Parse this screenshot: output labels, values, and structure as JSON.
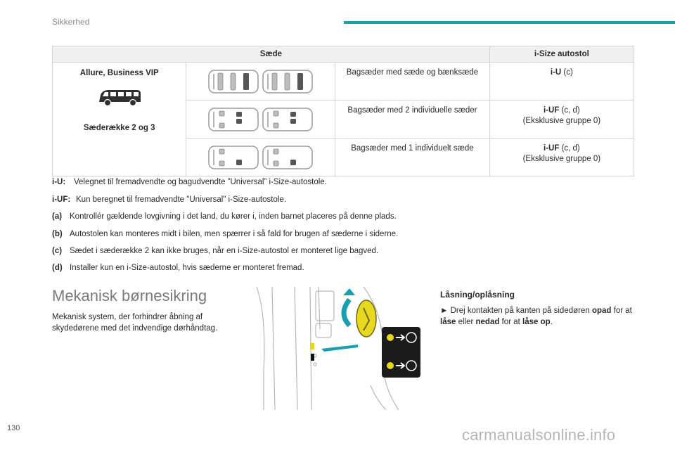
{
  "header": {
    "section_title": "Sikkerhed",
    "accent_color": "#1a9fb0"
  },
  "table": {
    "head_seat": "Sæde",
    "head_isize": "i-Size autostol",
    "trim_line1": "Allure, Business VIP",
    "trim_line2": "Sæderække 2 og 3",
    "rows": [
      {
        "desc": "Bagsæder med sæde og bænksæde",
        "code": "i-U",
        "code_note": " (c)",
        "code_line2": ""
      },
      {
        "desc": "Bagsæder med 2 individuelle sæder",
        "code": "i-UF",
        "code_note": " (c, d)",
        "code_line2": "(Eksklusive gruppe 0)"
      },
      {
        "desc": "Bagsæder med 1 individuelt sæde",
        "code": "i-UF",
        "code_note": " (c, d)",
        "code_line2": "(Eksklusive gruppe 0)"
      }
    ]
  },
  "definitions": [
    {
      "key": "i-U:",
      "text": "Velegnet til fremadvendte og bagudvendte ”Universal” i-Size-autostole."
    },
    {
      "key": "i-UF:",
      "text": "Kun beregnet til fremadvendte \"Universal\" i-Size-autostole."
    },
    {
      "key": "(a)",
      "text": "Kontrollér gældende lovgivning i det land, du kører i, inden barnet placeres på denne plads."
    },
    {
      "key": "(b)",
      "text": "Autostolen kan monteres midt i bilen, men spærrer i så fald for brugen af sæderne i siderne."
    },
    {
      "key": "(c)",
      "text": "Sædet i sæderække 2 kan ikke bruges, når en i-Size-autostol er monteret lige bagved."
    },
    {
      "key": "(d)",
      "text": "Installer kun en i-Size-autostol, hvis sæderne er monteret fremad."
    }
  ],
  "mechanical": {
    "title": "Mekanisk børnesikring",
    "body": "Mekanisk system, der forhindrer åbning af skydedørene med det indvendige dørhåndtag."
  },
  "locking": {
    "title": "Låsning/oplåsning",
    "bullet": "►",
    "t1": " Drej kontakten på kanten på sidedøren ",
    "b1": "opad",
    "t2": " for at ",
    "b2": "låse",
    "t3": " eller ",
    "b3": "nedad",
    "t4": " for at ",
    "b4": "låse op",
    "t5": "."
  },
  "footer": {
    "page_number": "130",
    "watermark": "carmanualsonline.info"
  },
  "icons": [
    "van-icon",
    "seat-layout-diagram",
    "door-lock-illustration"
  ]
}
